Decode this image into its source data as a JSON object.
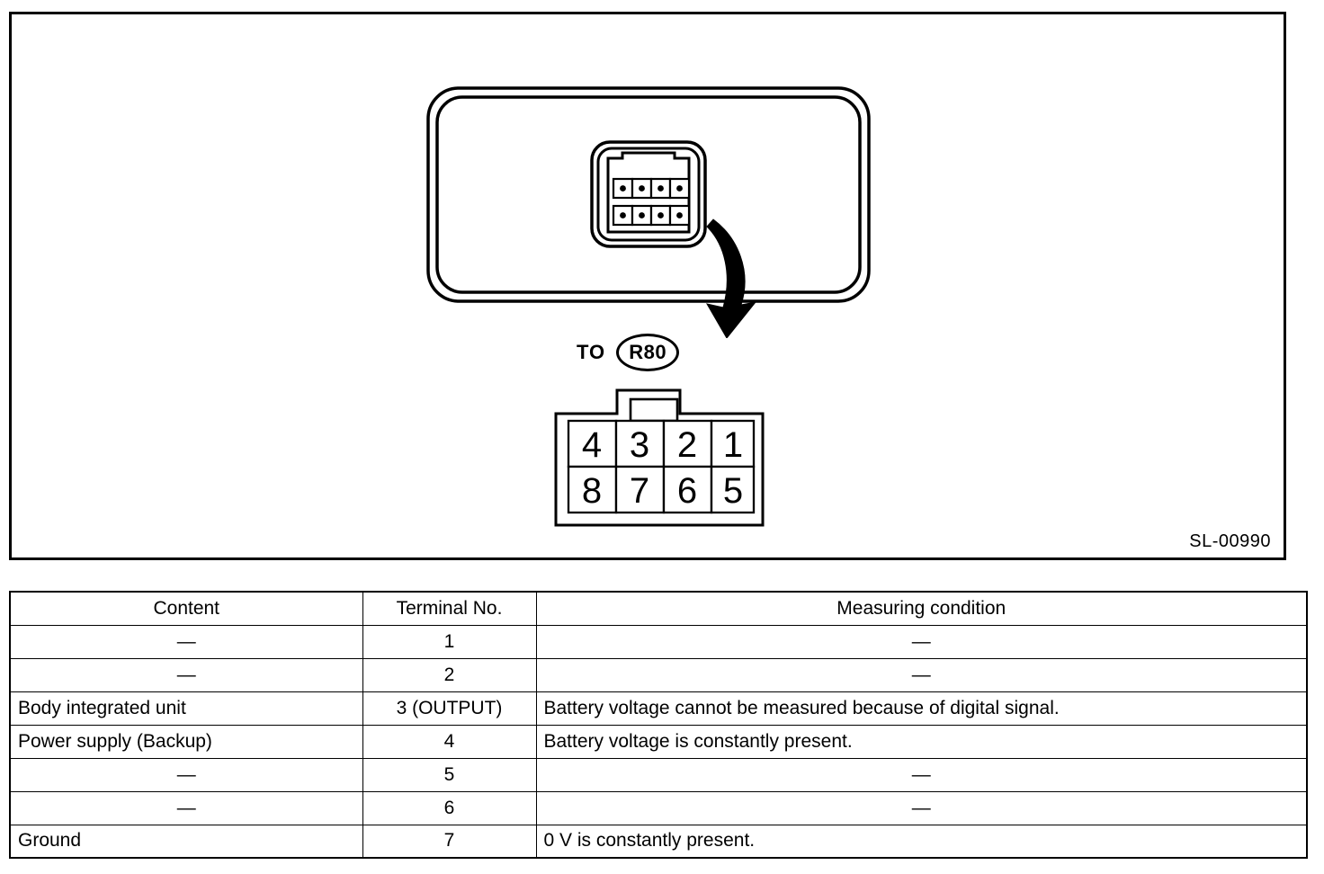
{
  "figure": {
    "id_label": "SL-00990",
    "callout": {
      "to_label": "TO",
      "connector_ref": "R80"
    },
    "housing": {
      "name": "connector-housing",
      "inner_connector_name": "8-pin-connector",
      "pin_count": 8,
      "rows": 2,
      "columns": 4
    },
    "pinout": {
      "top_row": [
        "4",
        "3",
        "2",
        "1"
      ],
      "bottom_row": [
        "8",
        "7",
        "6",
        "5"
      ]
    }
  },
  "table": {
    "headers": {
      "content": "Content",
      "terminal": "Terminal No.",
      "condition": "Measuring condition"
    },
    "rows": [
      {
        "content": "—",
        "terminal": "1",
        "condition": "—",
        "content_align": "dash",
        "condition_align": "dash"
      },
      {
        "content": "—",
        "terminal": "2",
        "condition": "—",
        "content_align": "dash",
        "condition_align": "dash"
      },
      {
        "content": "Body integrated unit",
        "terminal": "3 (OUTPUT)",
        "condition": "Battery voltage cannot be measured because of digital signal.",
        "content_align": "txt",
        "condition_align": "txt"
      },
      {
        "content": "Power supply (Backup)",
        "terminal": "4",
        "condition": "Battery voltage is constantly present.",
        "content_align": "txt",
        "condition_align": "txt"
      },
      {
        "content": "—",
        "terminal": "5",
        "condition": "—",
        "content_align": "dash",
        "condition_align": "dash"
      },
      {
        "content": "—",
        "terminal": "6",
        "condition": "—",
        "content_align": "dash",
        "condition_align": "dash"
      },
      {
        "content": "Ground",
        "terminal": "7",
        "condition": "0 V is constantly present.",
        "content_align": "txt",
        "condition_align": "txt"
      }
    ]
  },
  "colors": {
    "ink": "#000000",
    "paper": "#ffffff"
  }
}
